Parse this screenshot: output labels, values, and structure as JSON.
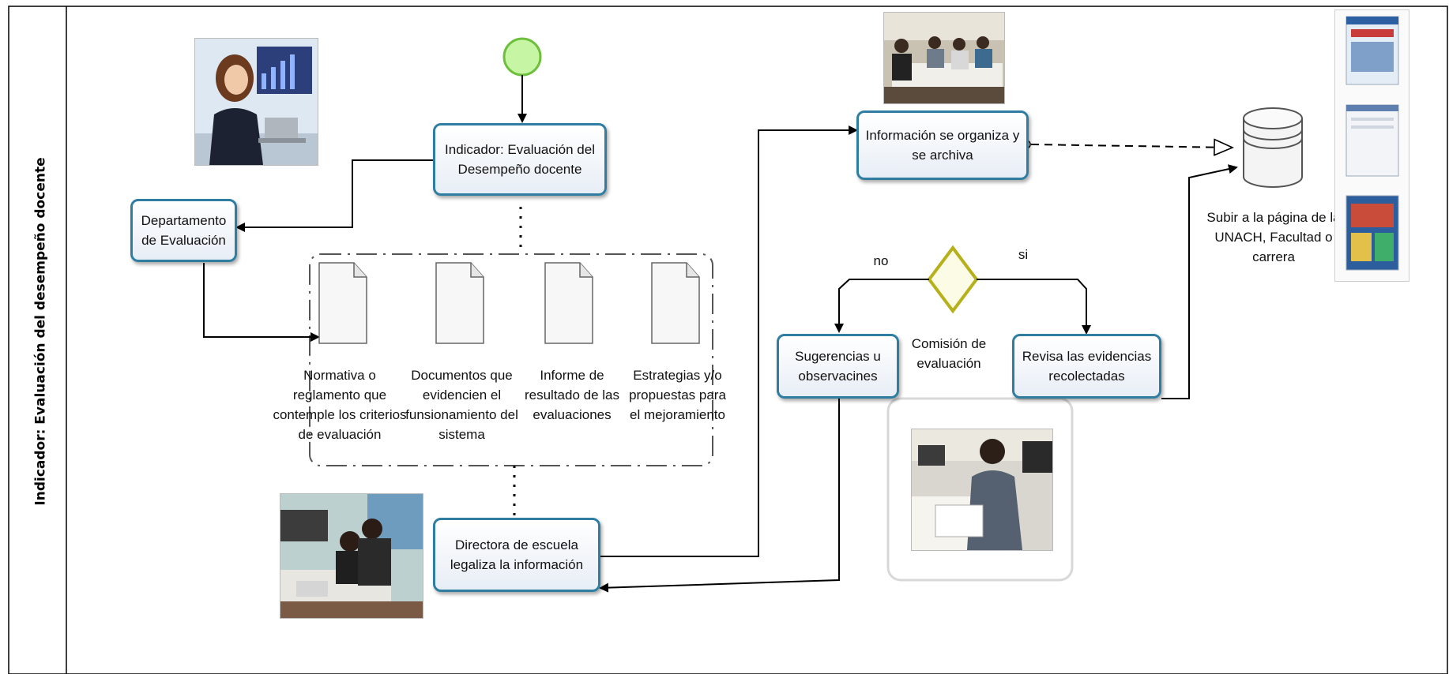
{
  "lane": {
    "title": "Indicador: Evaluación del desempeño docente"
  },
  "tasks": {
    "indicador": "Indicador: Evaluación del Desempeño docente",
    "departamento": "Departamento de Evaluación",
    "directora": "Directora de escuela legaliza la información",
    "informacion": "Información se organiza y se archiva",
    "sugerencias": "Sugerencias u observacines",
    "revisa": "Revisa las evidencias recolectadas"
  },
  "documents": [
    "Normativa o reglamento que contemple los criterios de evaluación",
    "Documentos que evidencien el funsionamiento del sistema",
    "Informe de resultado de las evaluaciones",
    "Estrategias y/o propuestas para el mejoramiento"
  ],
  "gateway": {
    "label_no": "no",
    "label_si": "si"
  },
  "comision": "Comisión de evaluación",
  "datastore": "Subir a la página de la UNACH, Facultad o carrera",
  "colors": {
    "task_border": "#2f7ea1",
    "start_event_fill": "#c6f5a4",
    "start_event_stroke": "#6fbf3e",
    "gateway_stroke": "#b6b01a",
    "gateway_fill": "#fbfbe6"
  }
}
